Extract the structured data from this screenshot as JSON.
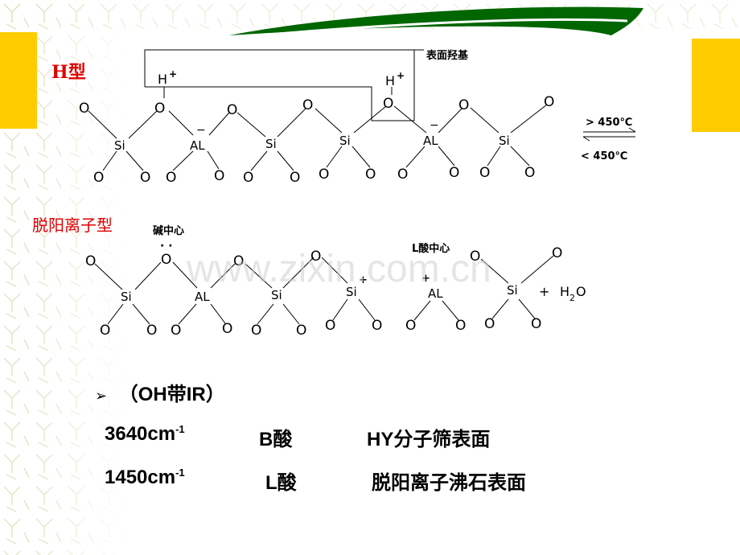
{
  "slide": {
    "h_type_title": "H型",
    "cation_type_title": "脱阳离子型",
    "surface_hydroxyl_label": "表面羟基",
    "base_center_label": "碱中心",
    "l_acid_center_label": "L酸中心",
    "temp_forward": "> 450℃",
    "temp_reverse": "< 450℃",
    "watermark": "www.zixin.com.cn",
    "water_plus": "+",
    "water_label": "H",
    "water_sub": "2",
    "water_o": "O"
  },
  "atoms": {
    "o": "O",
    "si": "Si",
    "al": "AL",
    "h": "H",
    "plus": "+",
    "minus": "−",
    "lone_pair": "· ·"
  },
  "bullet": {
    "symbol": "➢",
    "text": "（OH带IR）"
  },
  "rows": [
    {
      "wavenumber": "3640cm",
      "exp": "-1",
      "acid": "B酸",
      "surface": "HY分子筛表面"
    },
    {
      "wavenumber": "1450cm",
      "exp": "-1",
      "acid": "L酸",
      "surface": "脱阳离子沸石表面"
    }
  ],
  "colors": {
    "accent_red": "#e00000",
    "arc_green": "#006600",
    "yellow": "#ffcc00"
  }
}
